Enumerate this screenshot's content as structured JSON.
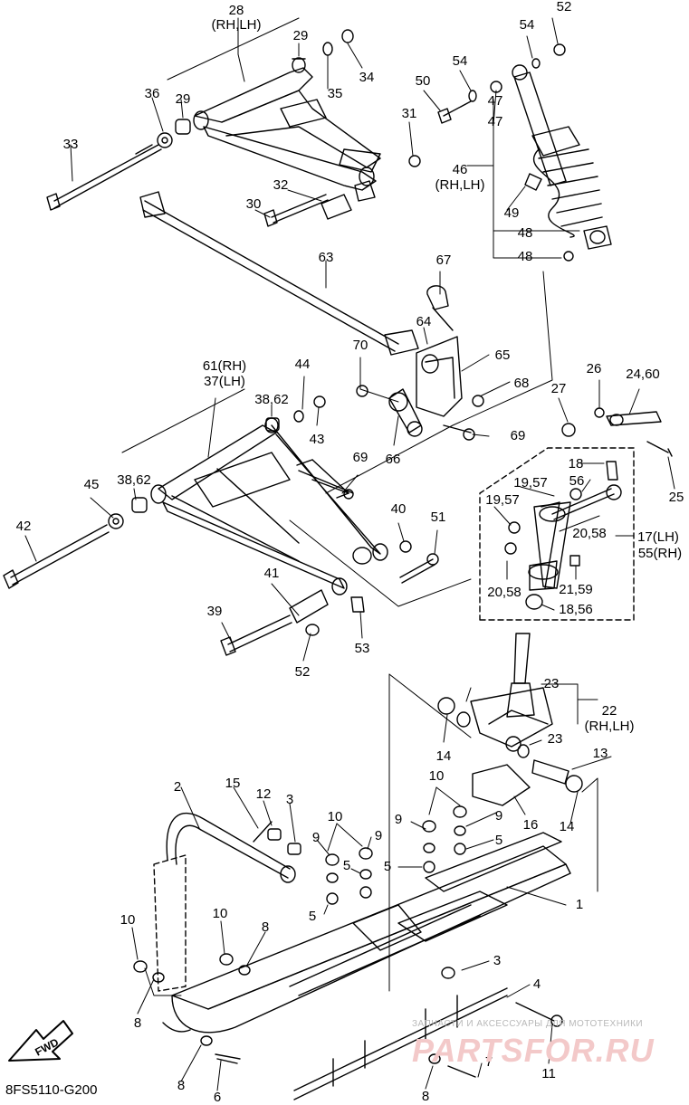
{
  "diagram_code": "8FS5110-G200",
  "fwd_label": "FWD",
  "watermark": {
    "line1": "ЗАПЧАСТИ И АКСЕССУАРЫ ДЛЯ МОТОТЕХНИКИ",
    "line2": "PARTSFOR.RU"
  },
  "callouts": [
    {
      "id": "c28",
      "text": "28"
    },
    {
      "id": "c28b",
      "text": "(RH,LH)"
    },
    {
      "id": "c29a",
      "text": "29"
    },
    {
      "id": "c29b",
      "text": "29"
    },
    {
      "id": "c34",
      "text": "34"
    },
    {
      "id": "c35",
      "text": "35"
    },
    {
      "id": "c36",
      "text": "36"
    },
    {
      "id": "c31",
      "text": "31"
    },
    {
      "id": "c33",
      "text": "33"
    },
    {
      "id": "c32",
      "text": "32"
    },
    {
      "id": "c30",
      "text": "30"
    },
    {
      "id": "c52a",
      "text": "52"
    },
    {
      "id": "c54a",
      "text": "54"
    },
    {
      "id": "c54b",
      "text": "54"
    },
    {
      "id": "c50",
      "text": "50"
    },
    {
      "id": "c47a",
      "text": "47"
    },
    {
      "id": "c47b",
      "text": "47"
    },
    {
      "id": "c46",
      "text": "46"
    },
    {
      "id": "c46b",
      "text": "(RH,LH)"
    },
    {
      "id": "c49",
      "text": "49"
    },
    {
      "id": "c48a",
      "text": "48"
    },
    {
      "id": "c48b",
      "text": "48"
    },
    {
      "id": "c63",
      "text": "63"
    },
    {
      "id": "c67",
      "text": "67"
    },
    {
      "id": "c64",
      "text": "64"
    },
    {
      "id": "c70",
      "text": "70"
    },
    {
      "id": "c65",
      "text": "65"
    },
    {
      "id": "c68",
      "text": "68"
    },
    {
      "id": "c66",
      "text": "66"
    },
    {
      "id": "c69a",
      "text": "69"
    },
    {
      "id": "c69b",
      "text": "69"
    },
    {
      "id": "c61",
      "text": "61(RH)"
    },
    {
      "id": "c37",
      "text": "37(LH)"
    },
    {
      "id": "c44",
      "text": "44"
    },
    {
      "id": "c3862a",
      "text": "38,62"
    },
    {
      "id": "c43",
      "text": "43"
    },
    {
      "id": "c3862b",
      "text": "38,62"
    },
    {
      "id": "c45",
      "text": "45"
    },
    {
      "id": "c42",
      "text": "42"
    },
    {
      "id": "c40",
      "text": "40"
    },
    {
      "id": "c51",
      "text": "51"
    },
    {
      "id": "c41",
      "text": "41"
    },
    {
      "id": "c39",
      "text": "39"
    },
    {
      "id": "c52b",
      "text": "52"
    },
    {
      "id": "c53",
      "text": "53"
    },
    {
      "id": "c27",
      "text": "27"
    },
    {
      "id": "c26",
      "text": "26"
    },
    {
      "id": "c2460",
      "text": "24,60"
    },
    {
      "id": "c25",
      "text": "25"
    },
    {
      "id": "c18a",
      "text": "18"
    },
    {
      "id": "c56",
      "text": "56"
    },
    {
      "id": "c1957a",
      "text": "19,57"
    },
    {
      "id": "c1957b",
      "text": "19,57"
    },
    {
      "id": "c2058a",
      "text": "20,58"
    },
    {
      "id": "c17",
      "text": "17(LH)"
    },
    {
      "id": "c55",
      "text": "55(RH)"
    },
    {
      "id": "c2058b",
      "text": "20,58"
    },
    {
      "id": "c2159",
      "text": "21,59"
    },
    {
      "id": "c1856",
      "text": "18,56"
    },
    {
      "id": "c23a",
      "text": "23"
    },
    {
      "id": "c22",
      "text": "22"
    },
    {
      "id": "c22b",
      "text": "(RH,LH)"
    },
    {
      "id": "c23b",
      "text": "23"
    },
    {
      "id": "c14a",
      "text": "14"
    },
    {
      "id": "c13",
      "text": "13"
    },
    {
      "id": "c14b",
      "text": "14"
    },
    {
      "id": "c16",
      "text": "16"
    },
    {
      "id": "c10a",
      "text": "10"
    },
    {
      "id": "c9a",
      "text": "9"
    },
    {
      "id": "c9b",
      "text": "9"
    },
    {
      "id": "c5a",
      "text": "5"
    },
    {
      "id": "c5b",
      "text": "5"
    },
    {
      "id": "c1",
      "text": "1"
    },
    {
      "id": "c2",
      "text": "2"
    },
    {
      "id": "c15",
      "text": "15"
    },
    {
      "id": "c12",
      "text": "12"
    },
    {
      "id": "c3a",
      "text": "3"
    },
    {
      "id": "c10b",
      "text": "10"
    },
    {
      "id": "c9c",
      "text": "9"
    },
    {
      "id": "c9d",
      "text": "9"
    },
    {
      "id": "c5c",
      "text": "5"
    },
    {
      "id": "c5d",
      "text": "5"
    },
    {
      "id": "c10c",
      "text": "10"
    },
    {
      "id": "c8a",
      "text": "8"
    },
    {
      "id": "c10d",
      "text": "10"
    },
    {
      "id": "c8b",
      "text": "8"
    },
    {
      "id": "c3b",
      "text": "3"
    },
    {
      "id": "c4",
      "text": "4"
    },
    {
      "id": "c7",
      "text": "7"
    },
    {
      "id": "c11",
      "text": "11"
    },
    {
      "id": "c8c",
      "text": "8"
    },
    {
      "id": "c6",
      "text": "6"
    },
    {
      "id": "c8d",
      "text": "8"
    }
  ]
}
